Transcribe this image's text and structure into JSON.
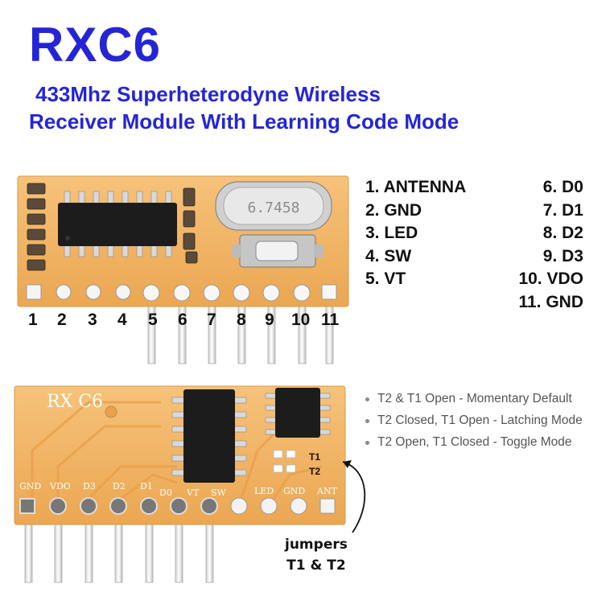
{
  "title": "RXC6",
  "subtitle": {
    "line1": "433Mhz Superheterodyne Wireless",
    "line2": "Receiver Module With Learning Code Mode"
  },
  "pin_labels_left": [
    "1. ANTENNA",
    "2. GND",
    "3. LED",
    "4. SW",
    "5. VT"
  ],
  "pin_labels_right": [
    "6. D0",
    "7. D1",
    "8. D2",
    "9. D3",
    "10. VDO",
    "11. GND"
  ],
  "pin_numbers": [
    "1",
    "2",
    "3",
    "4",
    "5",
    "6",
    "7",
    "8",
    "9",
    "10",
    "11"
  ],
  "crystal_marking": "6.7458",
  "board_silkscreen": {
    "model": "RX C6",
    "pins": [
      "GND",
      "VDO",
      "D3",
      "D2",
      "D1",
      "D0",
      "VT",
      "SW",
      "LED",
      "GND",
      "ANT"
    ]
  },
  "jumper_labels": [
    "T1",
    "T2"
  ],
  "modes": [
    "T2 & T1 Open - Momentary Default",
    "T2 Closed, T1 Open - Latching Mode",
    "T2 Open, T1 Closed - Toggle Mode"
  ],
  "jumper_note": {
    "line1": "jumpers",
    "line2": "T1 & T2"
  },
  "colors": {
    "title": "#2525d6",
    "board": "#f0b45e",
    "chip": "#1c1c1c"
  }
}
